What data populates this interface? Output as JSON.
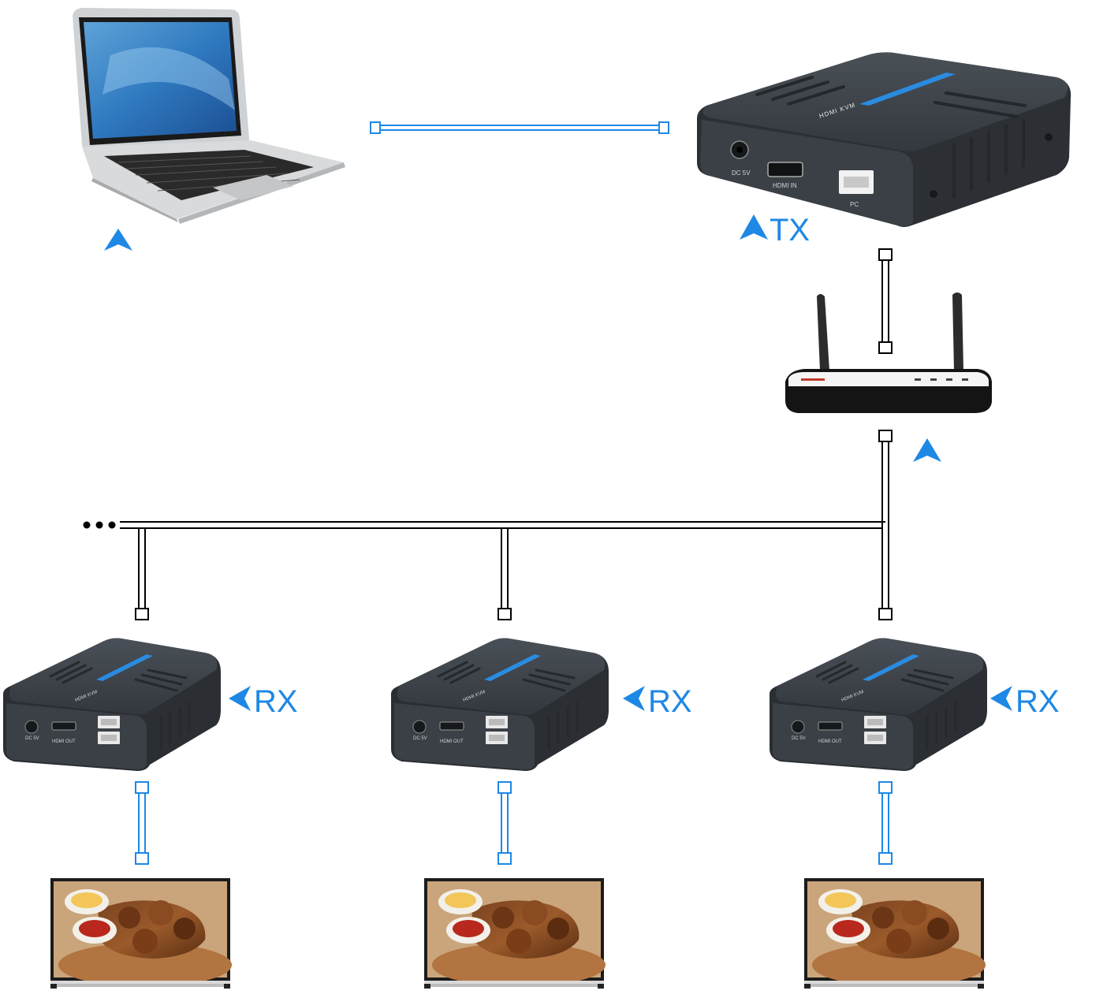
{
  "labels": {
    "tx": "TX",
    "rx": "RX"
  },
  "transmitter": {
    "ports": [
      "DC 5V",
      "HDMI IN",
      "PC"
    ],
    "brand": "HDMI KVM"
  },
  "receivers": [
    {
      "ports": [
        "DC 5V",
        "HDMI OUT"
      ],
      "brand": "HDMI KVM"
    },
    {
      "ports": [
        "DC 5V",
        "HDMI OUT"
      ],
      "brand": "HDMI KVM"
    },
    {
      "ports": [
        "DC 5V",
        "HDMI OUT"
      ],
      "brand": "HDMI KVM"
    }
  ],
  "colors": {
    "accent": "#1e88e5",
    "device_body": "#3e4349",
    "cable_black": "#111111"
  },
  "icons": [
    "laptop-icon",
    "router-icon",
    "tv-icon",
    "arrow-up-icon",
    "arrow-left-icon"
  ]
}
